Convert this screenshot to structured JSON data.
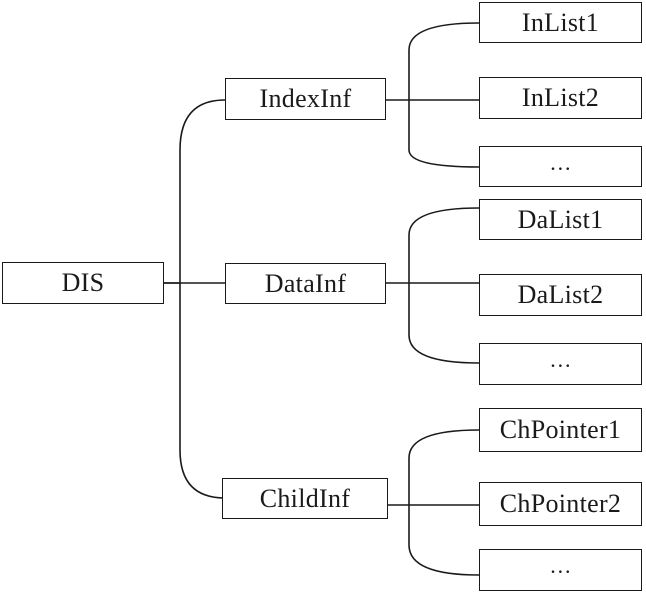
{
  "root": {
    "label": "DIS"
  },
  "branches": [
    {
      "label": "IndexInf",
      "children": [
        "InList1",
        "InList2",
        "…"
      ]
    },
    {
      "label": "DataInf",
      "children": [
        "DaList1",
        "DaList2",
        "…"
      ]
    },
    {
      "label": "ChildInf",
      "children": [
        "ChPointer1",
        "ChPointer2",
        "…"
      ]
    }
  ]
}
